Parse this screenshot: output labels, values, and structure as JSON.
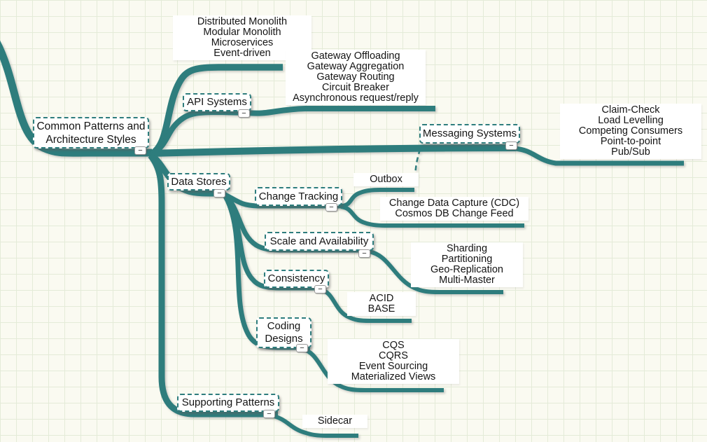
{
  "app": {
    "type": "mind-map",
    "accent_color": "#2E7D7D",
    "background_color": "#FAFAF1",
    "grid_color": "#E4EBD8"
  },
  "ui": {
    "collapse_glyph": "−"
  },
  "root": {
    "lines": [
      "Common Patterns and",
      "Architecture Styles"
    ]
  },
  "nodes": {
    "api_systems": {
      "label": "API Systems"
    },
    "messaging_systems": {
      "label": "Messaging Systems"
    },
    "data_stores": {
      "label": "Data Stores"
    },
    "change_tracking": {
      "label": "Change Tracking"
    },
    "scale_and_availability": {
      "label": "Scale and Availability"
    },
    "consistency": {
      "label": "Consistency"
    },
    "coding_designs": {
      "lines": [
        "Coding",
        "Designs"
      ]
    },
    "supporting_patterns": {
      "label": "Supporting Patterns"
    }
  },
  "leaves": {
    "architecture_styles": [
      "Distributed Monolith",
      "Modular Monolith",
      "Microservices",
      "Event-driven"
    ],
    "api_patterns": [
      "Gateway Offloading",
      "Gateway Aggregation",
      "Gateway Routing",
      "Circuit Breaker",
      "Asynchronous request/reply"
    ],
    "messaging_patterns": [
      "Claim-Check",
      "Load Levelling",
      "Competing Consumers",
      "Point-to-point",
      "Pub/Sub"
    ],
    "outbox": [
      "Outbox"
    ],
    "change_capture": [
      "Change Data Capture (CDC)",
      "Cosmos DB Change Feed"
    ],
    "scale_patterns": [
      "Sharding",
      "Partitioning",
      "Geo-Replication",
      "Multi-Master"
    ],
    "consistency_models": [
      "ACID",
      "BASE"
    ],
    "coding_patterns": [
      "CQS",
      "CQRS",
      "Event Sourcing",
      "Materialized Views"
    ],
    "sidecar": [
      "Sidecar"
    ]
  }
}
